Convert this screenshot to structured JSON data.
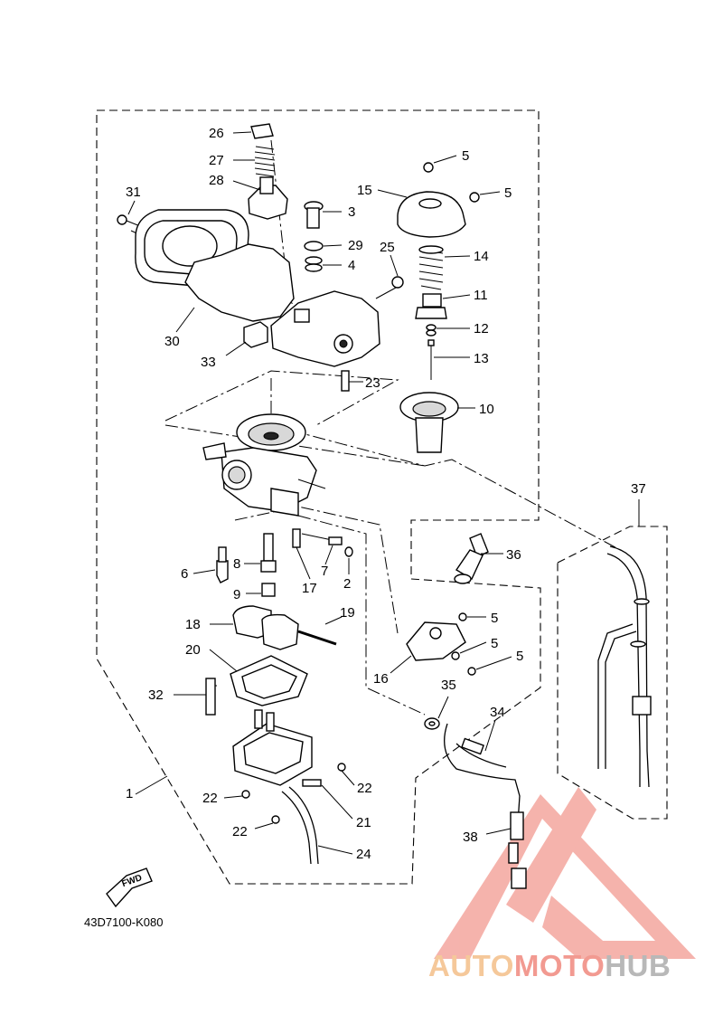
{
  "diagram": {
    "code": "43D7100-K080",
    "direction_label": "FWD",
    "callouts": [
      {
        "id": "c1",
        "text": "1"
      },
      {
        "id": "c2",
        "text": "2"
      },
      {
        "id": "c3",
        "text": "3"
      },
      {
        "id": "c4",
        "text": "4"
      },
      {
        "id": "c5a",
        "text": "5"
      },
      {
        "id": "c5b",
        "text": "5"
      },
      {
        "id": "c5c",
        "text": "5"
      },
      {
        "id": "c5d",
        "text": "5"
      },
      {
        "id": "c5e",
        "text": "5"
      },
      {
        "id": "c6",
        "text": "6"
      },
      {
        "id": "c7",
        "text": "7"
      },
      {
        "id": "c8",
        "text": "8"
      },
      {
        "id": "c9",
        "text": "9"
      },
      {
        "id": "c10",
        "text": "10"
      },
      {
        "id": "c11",
        "text": "11"
      },
      {
        "id": "c12",
        "text": "12"
      },
      {
        "id": "c13",
        "text": "13"
      },
      {
        "id": "c14",
        "text": "14"
      },
      {
        "id": "c15",
        "text": "15"
      },
      {
        "id": "c16",
        "text": "16"
      },
      {
        "id": "c17",
        "text": "17"
      },
      {
        "id": "c18",
        "text": "18"
      },
      {
        "id": "c19",
        "text": "19"
      },
      {
        "id": "c20",
        "text": "20"
      },
      {
        "id": "c21",
        "text": "21"
      },
      {
        "id": "c22a",
        "text": "22"
      },
      {
        "id": "c22b",
        "text": "22"
      },
      {
        "id": "c22c",
        "text": "22"
      },
      {
        "id": "c23",
        "text": "23"
      },
      {
        "id": "c24",
        "text": "24"
      },
      {
        "id": "c25",
        "text": "25"
      },
      {
        "id": "c26",
        "text": "26"
      },
      {
        "id": "c27",
        "text": "27"
      },
      {
        "id": "c28",
        "text": "28"
      },
      {
        "id": "c29",
        "text": "29"
      },
      {
        "id": "c30",
        "text": "30"
      },
      {
        "id": "c31",
        "text": "31"
      },
      {
        "id": "c32",
        "text": "32"
      },
      {
        "id": "c33",
        "text": "33"
      },
      {
        "id": "c34",
        "text": "34"
      },
      {
        "id": "c35",
        "text": "35"
      },
      {
        "id": "c36",
        "text": "36"
      },
      {
        "id": "c37",
        "text": "37"
      },
      {
        "id": "c38",
        "text": "38"
      }
    ]
  },
  "watermark": {
    "word1": "AUTO",
    "word2": "MOTO",
    "word3": "HUB",
    "colors": {
      "auto": "#f5c89a",
      "moto": "#f29a91",
      "hub": "#b8b8b8",
      "logo": "#f29a91"
    }
  }
}
